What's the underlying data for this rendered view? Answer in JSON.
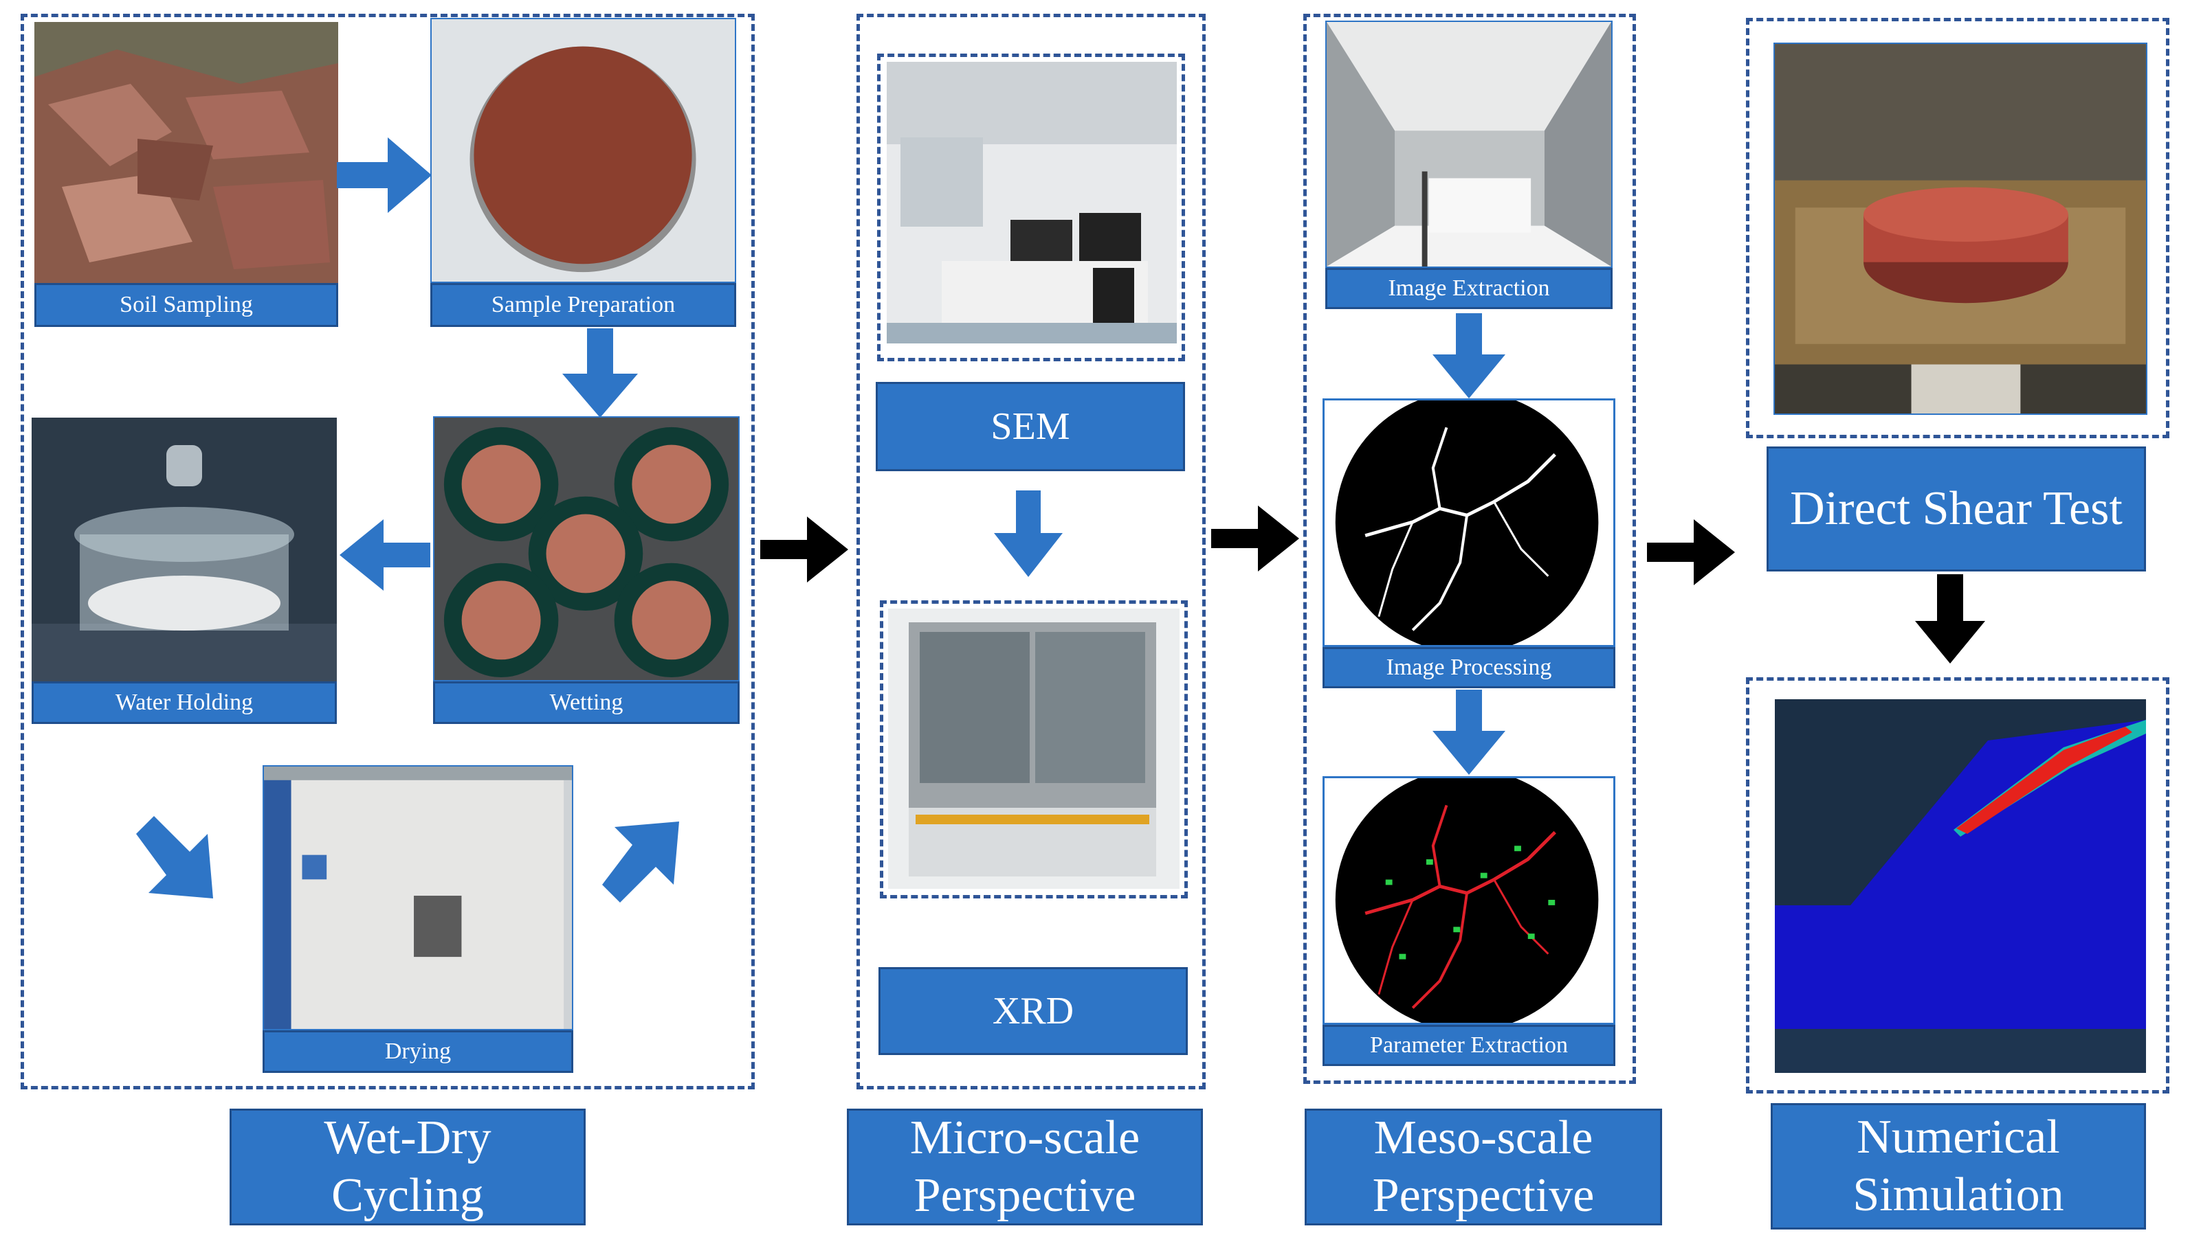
{
  "wet_dry": {
    "soil_sampling": "Soil Sampling",
    "sample_preparation": "Sample Preparation",
    "water_holding": "Water Holding",
    "wetting": "Wetting",
    "drying": "Drying",
    "title": "Wet-Dry Cycling"
  },
  "micro": {
    "sem": "SEM",
    "xrd": "XRD",
    "title": "Micro-scale Perspective"
  },
  "meso": {
    "image_extraction": "Image Extraction",
    "image_processing": "Image Processing",
    "parameter_extraction": "Parameter Extraction",
    "title": "Meso-scale Perspective"
  },
  "macro": {
    "direct_shear": "Direct Shear Test",
    "numerical_simulation": "Numerical Simulation"
  },
  "colors": {
    "caption_blue": "#2e75c6",
    "dash_blue": "#2f5597",
    "arrow_blue": "#2e75c6",
    "arrow_black": "#000000"
  }
}
